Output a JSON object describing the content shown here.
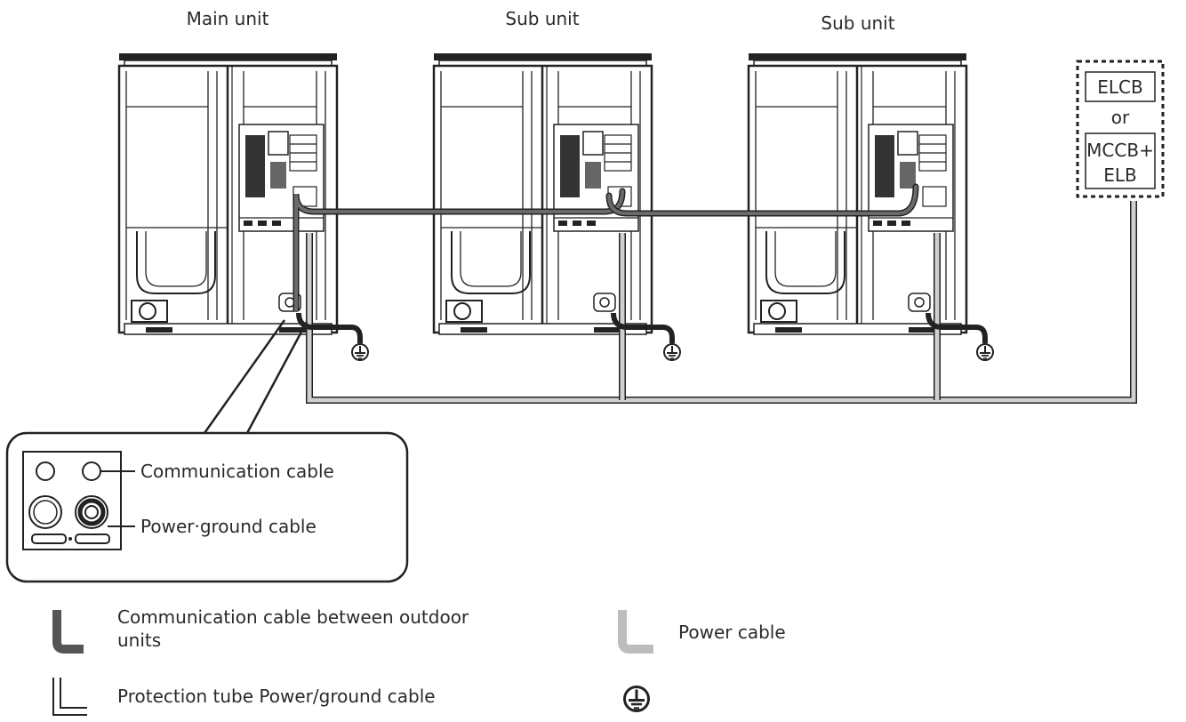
{
  "units": [
    {
      "label": "Main unit"
    },
    {
      "label": "Sub unit"
    },
    {
      "label": "Sub unit"
    }
  ],
  "breaker": {
    "top": "ELCB",
    "middle": "or",
    "bottom_line1": "MCCB+",
    "bottom_line2": "ELB"
  },
  "detail": {
    "communication_label": "Communication cable",
    "power_ground_label": "Power·ground cable"
  },
  "legend": {
    "comm_between_units_line1": "Communication cable between outdoor",
    "comm_between_units_line2": "units",
    "power_cable": "Power cable",
    "protection_tube": "Protection tube Power/ground cable"
  },
  "colors": {
    "comm_cable": "#555555",
    "power_cable": "#b8b8b8",
    "outline": "#222222"
  },
  "icons": [
    "ground-icon"
  ]
}
